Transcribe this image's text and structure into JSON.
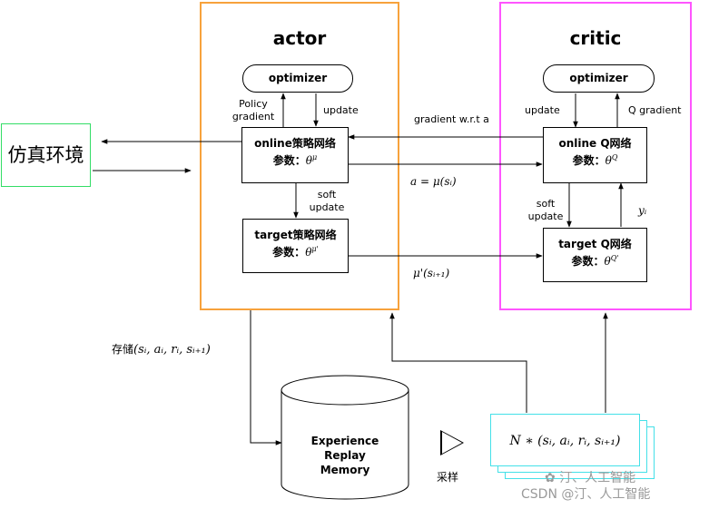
{
  "environment": {
    "label": "仿真环境"
  },
  "actor": {
    "title": "actor",
    "optimizer": "optimizer",
    "online_name": "online策略网络",
    "online_param_prefix": "参数：",
    "online_param_symbol": "θ",
    "online_param_sup": "μ",
    "target_name": "target策略网络",
    "target_param_prefix": "参数：",
    "target_param_symbol": "θ",
    "target_param_sup": "μ'",
    "policy_gradient_line1": "Policy",
    "policy_gradient_line2": "gradient",
    "update": "update",
    "soft_update_line1": "soft",
    "soft_update_line2": "update"
  },
  "critic": {
    "title": "critic",
    "optimizer": "optimizer",
    "online_name": "online Q网络",
    "online_param_prefix": "参数：",
    "online_param_symbol": "θ",
    "online_param_sup": "Q",
    "target_name": "target Q网络",
    "target_param_prefix": "参数：",
    "target_param_symbol": "θ",
    "target_param_sup": "Q'",
    "update": "update",
    "q_gradient": "Q gradient",
    "soft_update_line1": "soft",
    "soft_update_line2": "update",
    "yi": "yᵢ"
  },
  "edges": {
    "gradient_wrt_a": "gradient w.r.t a",
    "action_formula": "a = μ(sᵢ)",
    "target_action_formula": "μ'(sᵢ₊₁)",
    "store_label": "存储",
    "store_tuple": "(sᵢ, aᵢ, rᵢ, sᵢ₊₁)",
    "sample_label": "采样"
  },
  "memory": {
    "line1": "Experience",
    "line2": "Replay",
    "line3": "Memory"
  },
  "batch": {
    "label": "N ∗ (sᵢ, aᵢ, rᵢ, sᵢ₊₁)"
  },
  "watermark": {
    "logo_text": "汀、人工智能",
    "csdn_text": "CSDN @汀、人工智能"
  },
  "colors": {
    "actor_border": "#f7a23c",
    "critic_border": "#ff55ff",
    "env_border": "#33dd66",
    "batch_border": "#44e0e8"
  }
}
